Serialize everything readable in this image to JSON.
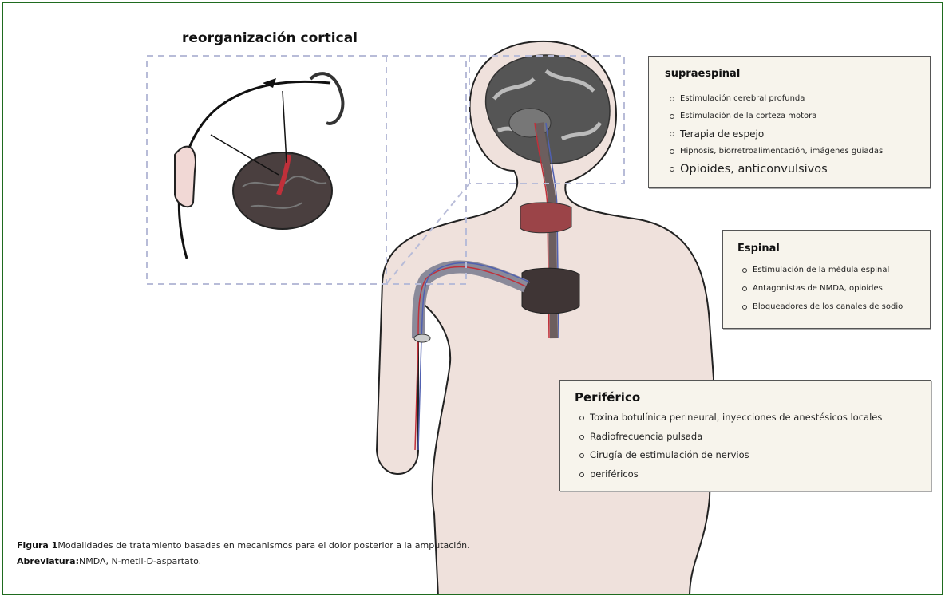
{
  "figure": {
    "heading": "reorganización cortical",
    "boxes": {
      "supraspinal": {
        "title": "supraespinal",
        "items": [
          "Estimulación cerebral profunda",
          "Estimulación de la corteza motora",
          "Terapia de espejo",
          "Hipnosis, biorretroalimentación, imágenes guiadas",
          "Opioides, anticonvulsivos"
        ]
      },
      "spinal": {
        "title": "Espinal",
        "items": [
          "Estimulación de la médula espinal",
          "Antagonistas de NMDA, opioides",
          "Bloqueadores de los canales de sodio"
        ]
      },
      "peripheral": {
        "title": "Periférico",
        "items": [
          "Toxina botulínica perineural, inyecciones de anestésicos locales",
          "Radiofrecuencia pulsada",
          "Cirugía de estimulación de nervios",
          "periféricos"
        ]
      }
    },
    "caption": {
      "label": "Figura 1",
      "text": "Modalidades de tratamiento basadas en mecanismos para el dolor posterior a la amputación. ",
      "abbr_label": "Abreviatura:",
      "abbr_text": "NMDA, N-metil-D-aspartato."
    },
    "colors": {
      "frame": "#1f6b1f",
      "skin": "#efe1dc",
      "brain": "#4a3f3f",
      "cord": "#9b4448",
      "nerve_red": "#c0303a",
      "nerve_blue": "#5060b0"
    }
  }
}
